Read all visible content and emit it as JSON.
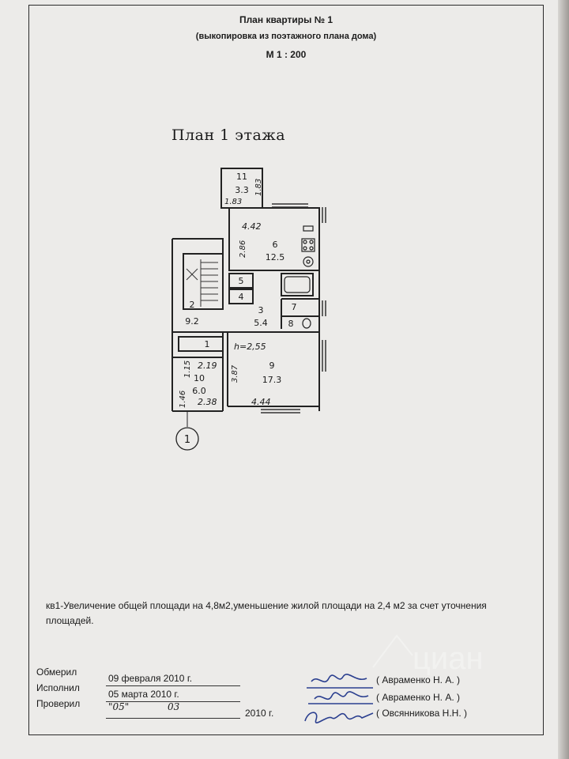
{
  "header": {
    "title": "План квартиры № 1",
    "subtitle": "(выкопировка из поэтажного плана дома)",
    "scale": "М 1 : 200"
  },
  "floor_title": "План 1 этажа",
  "plan": {
    "axis_marker": "1",
    "ceiling_height": "h=2,55",
    "rooms": [
      {
        "number": "1"
      },
      {
        "number": "2",
        "area": "9.2"
      },
      {
        "number": "3",
        "area": "5.4"
      },
      {
        "number": "4"
      },
      {
        "number": "5"
      },
      {
        "number": "6",
        "area": "12.5"
      },
      {
        "number": "7"
      },
      {
        "number": "8"
      },
      {
        "number": "9",
        "area": "17.3"
      },
      {
        "number": "10",
        "area": "6.0"
      },
      {
        "number": "11",
        "area": "3.3"
      }
    ],
    "dimensions": {
      "d11_left": "1.83",
      "d11_right": "1.83",
      "d6_width": "4.42",
      "d6_height": "2.86",
      "d9_height": "3.87",
      "d9_width": "4.44",
      "d10_a": "1.15",
      "d10_b": "2.19",
      "d10_c": "1.46",
      "d10_d": "2.38"
    }
  },
  "note": "кв1-Увеличение общей площади на 4,8м2,уменьшение жилой площади на 2,4 м2 за счет уточнения площадей.",
  "signatures": [
    {
      "label": "Обмерил",
      "date": "09 февраля 2010 г.",
      "name": "( Авраменко Н. А. )"
    },
    {
      "label": "Исполнил",
      "date": "05 марта 2010 г.",
      "name": "( Авраменко Н. А. )"
    },
    {
      "label": "Проверил",
      "date_day": "\"05\"",
      "date_month": "03",
      "year": "2010 г.",
      "name": "( Овсянникова Н.Н. )"
    }
  ],
  "watermark": "циан"
}
